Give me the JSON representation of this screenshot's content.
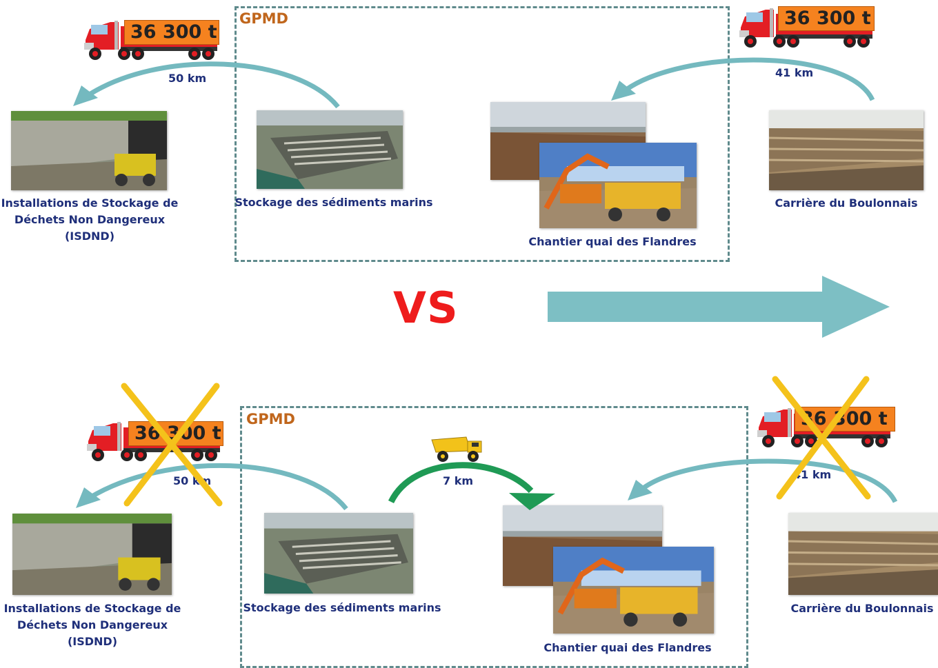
{
  "colors": {
    "gpmd_border": "#5f8a8c",
    "gpmd_label": "#c0661c",
    "label_text": "#1f2f7a",
    "arrow_teal": "#74b9bf",
    "arrow_green": "#1f9a55",
    "tonnage_bg": "#f5821f",
    "cross": "#f4c21b",
    "vs": "#ee1c1c"
  },
  "vs": "VS",
  "top": {
    "gpmd_label": "GPMD",
    "left_truck_tonnage": "36 300 t",
    "right_truck_tonnage": "36 300 t",
    "km_left": "50 km",
    "km_right": "41 km",
    "isdnd_line1": "Installations de Stockage de",
    "isdnd_line2": "Déchets Non Dangereux",
    "isdnd_line3": "(ISDND)",
    "stockage": "Stockage des sédiments marins",
    "chantier": "Chantier quai des Flandres",
    "carriere": "Carrière du Boulonnais"
  },
  "bottom": {
    "gpmd_label": "GPMD",
    "left_truck_tonnage": "36 300 t",
    "right_truck_tonnage": "36 300 t",
    "km_left": "50 km",
    "km_middle": "7 km",
    "km_right": "41 km",
    "isdnd_line1": "Installations de Stockage de",
    "isdnd_line2": "Déchets Non Dangereux",
    "isdnd_line3": "(ISDND)",
    "stockage": "Stockage des sédiments marins",
    "chantier": "Chantier quai des Flandres",
    "carriere": "Carrière du Boulonnais"
  },
  "icons": {
    "truck": "semi-truck-icon",
    "dumper": "dump-truck-icon",
    "cross": "cross-out-icon"
  }
}
